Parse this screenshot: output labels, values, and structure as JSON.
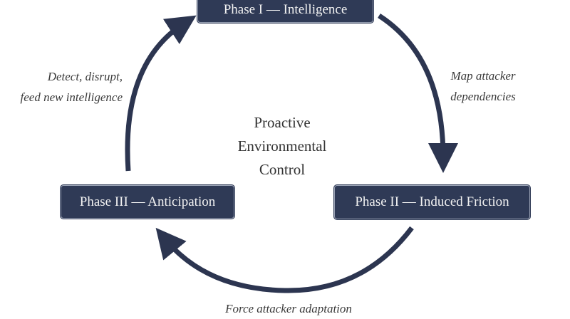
{
  "phases": [
    {
      "label": "Phase I — Intelligence"
    },
    {
      "label": "Phase II — Induced Friction"
    },
    {
      "label": "Phase III — Anticipation"
    }
  ],
  "center": {
    "lines": [
      "Proactive",
      "Environmental",
      "Control"
    ]
  },
  "transitions": {
    "i_to_ii": [
      "Map attacker",
      "dependencies"
    ],
    "ii_to_iii": "Force attacker adaptation",
    "iii_to_i": [
      "Detect, disrupt,",
      "feed new intelligence"
    ]
  },
  "colors": {
    "box": "#2f3a56",
    "arrow": "#2c3550"
  }
}
